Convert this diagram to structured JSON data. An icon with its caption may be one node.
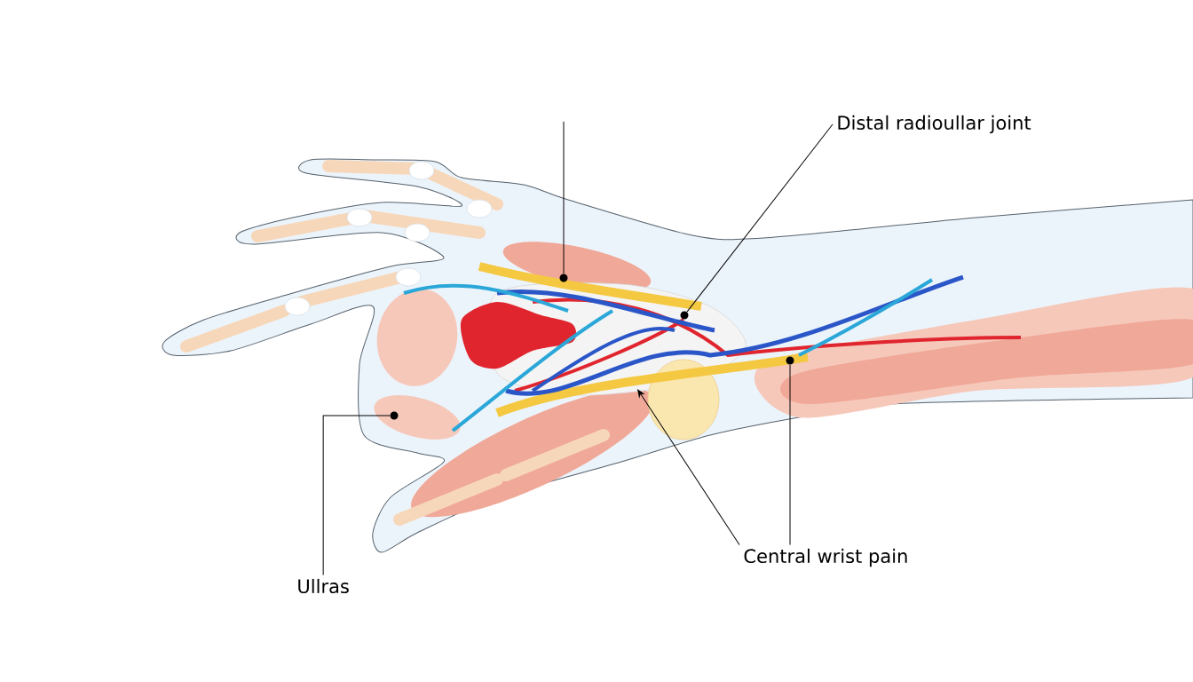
{
  "diagram": {
    "nodes": [
      {
        "text": [
          "Distal radioullar joint"
        ]
      },
      {
        "text": [],
        "shape": "circle"
      },
      {
        "text": [
          "Central wrist pain"
        ]
      },
      {
        "text": [],
        "shape": "circle"
      },
      {
        "text": [
          "Ullras"
        ]
      },
      {
        "text": [],
        "shape": "circle"
      },
      {
        "text": [],
        "shape": "circle"
      }
    ],
    "edges": [
      {
        "from": 0,
        "to": 1,
        "arrow": "none"
      },
      {
        "from": 2,
        "to": null,
        "arrow": "to"
      },
      {
        "from": 2,
        "to": 3,
        "arrow": "none"
      },
      {
        "from": 4,
        "to": 5,
        "arrow": "none"
      },
      {
        "from": null,
        "to": 6,
        "arrow": "none"
      }
    ]
  }
}
